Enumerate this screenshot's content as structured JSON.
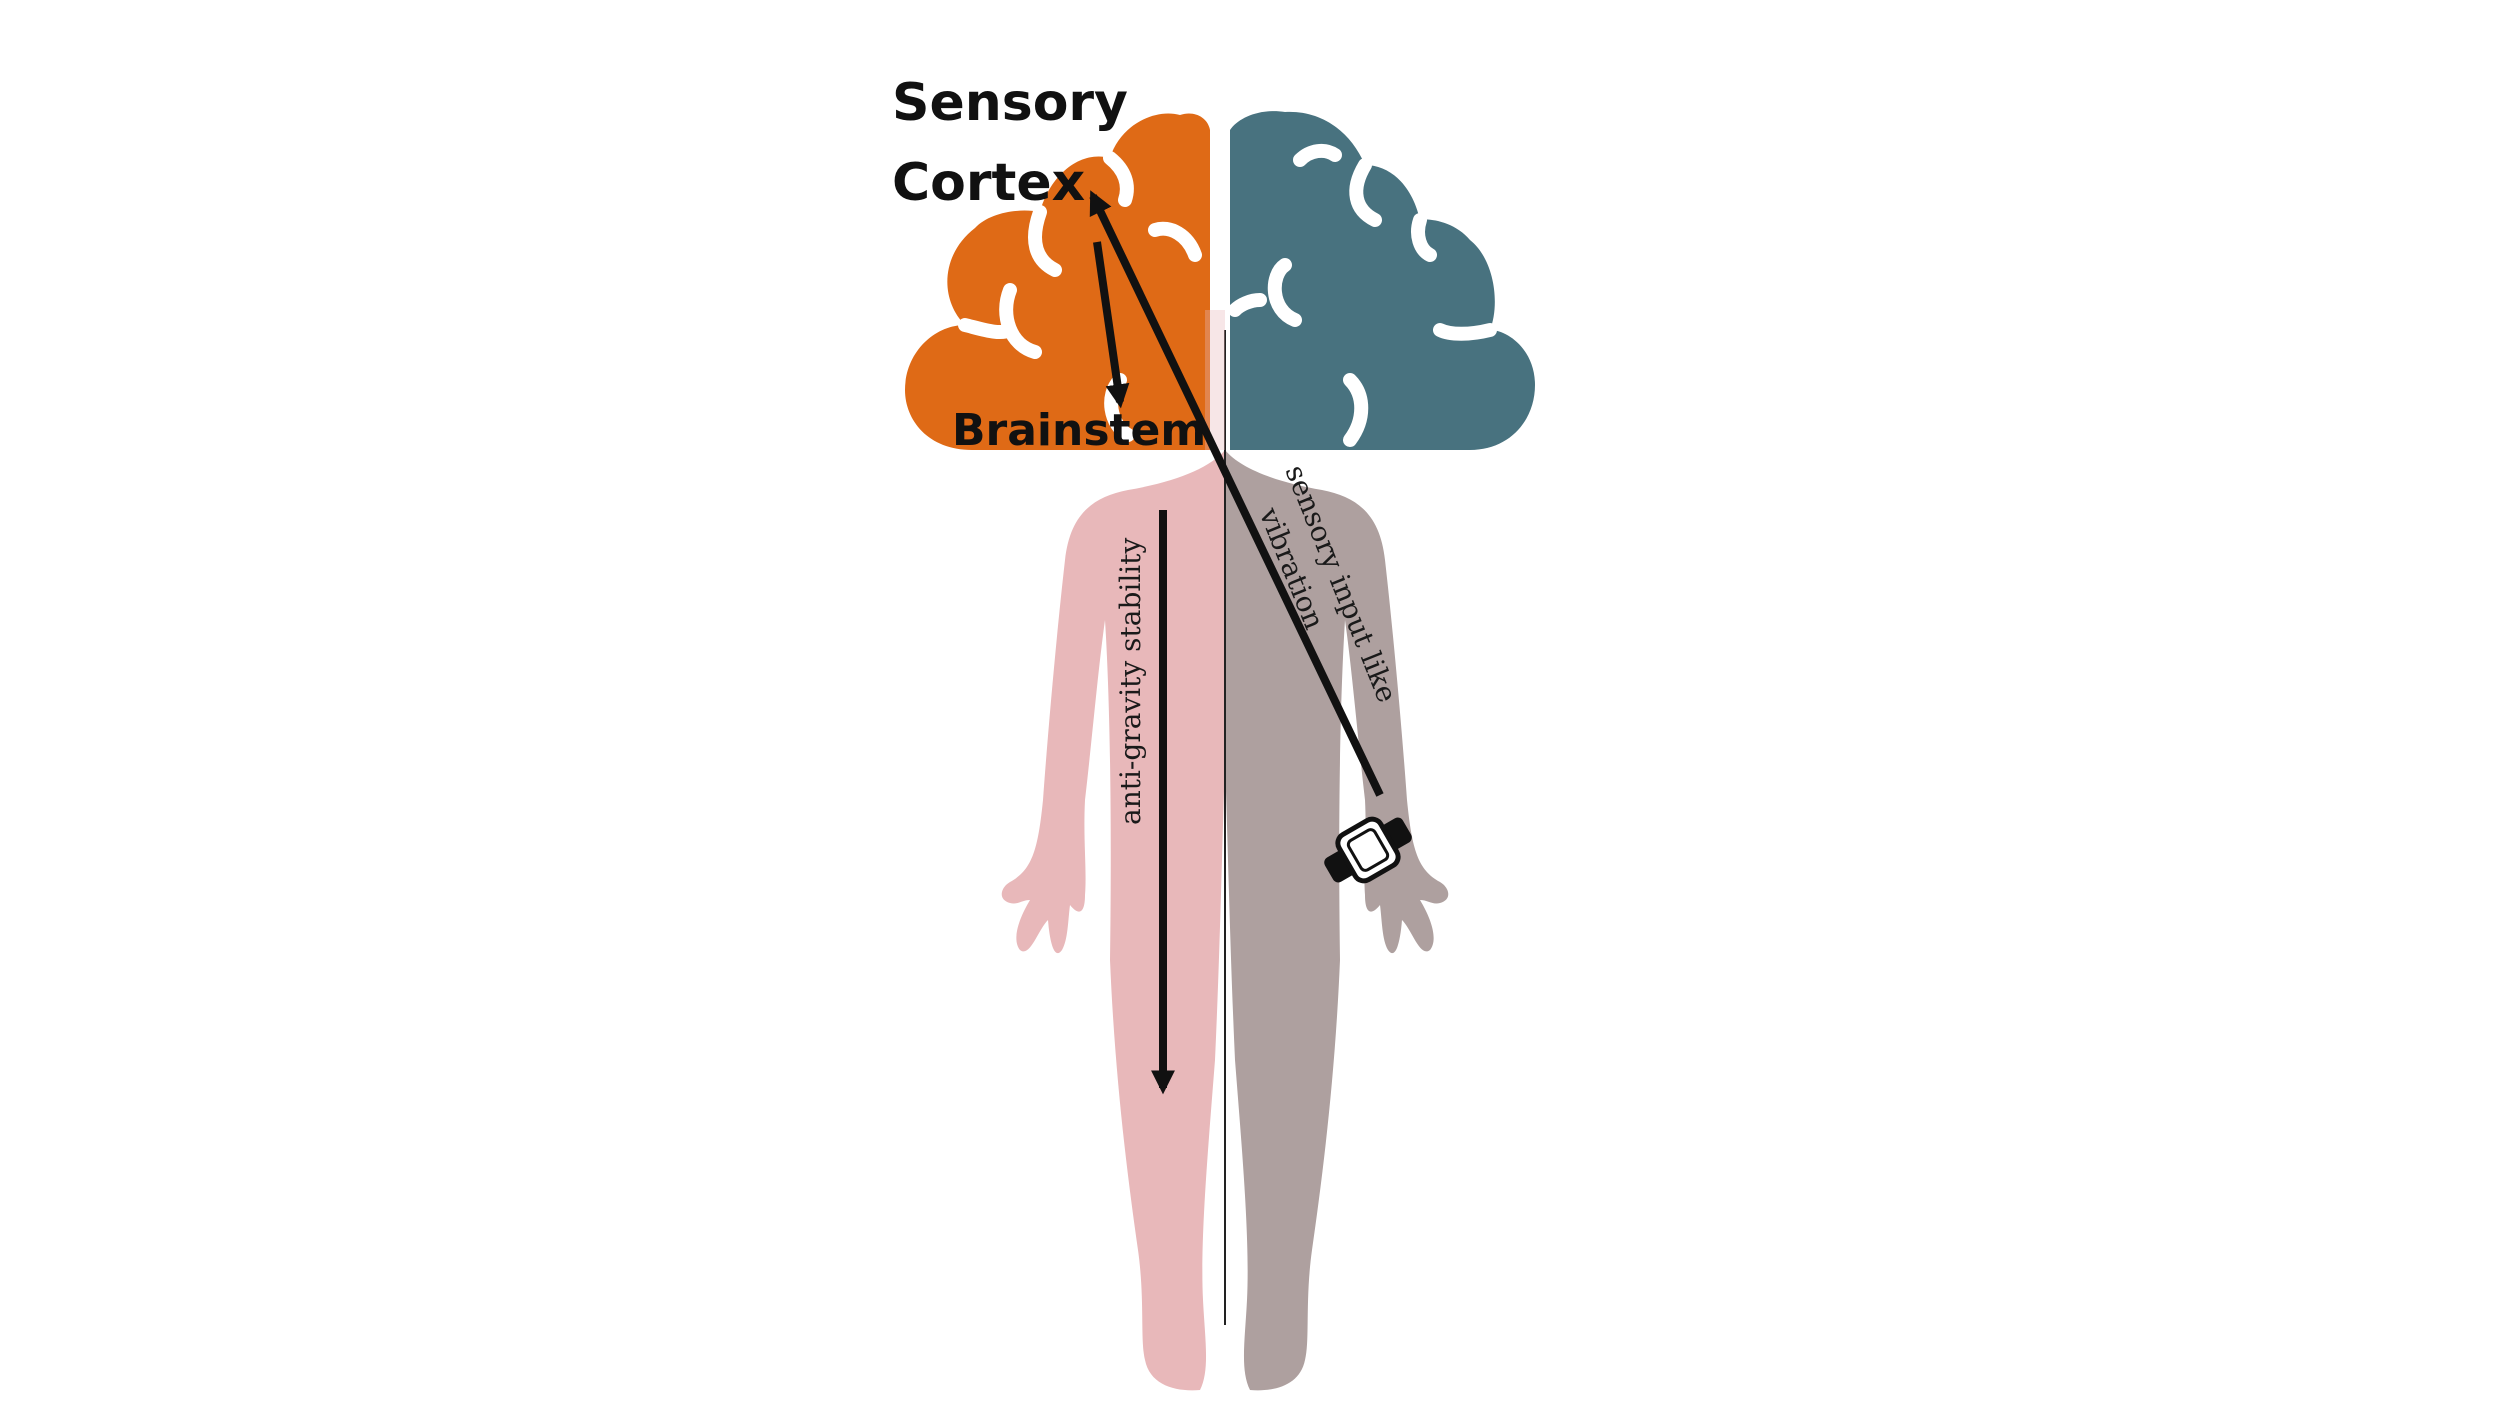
{
  "labels": {
    "sensory_cortex_line1": "Sensory",
    "sensory_cortex_line2": "Cortex",
    "brainstem": "Brainstem",
    "anti_gravity": "anti-gravity stability",
    "sensory_input_line1": "sensory input like",
    "sensory_input_line2": "vibration"
  },
  "colors": {
    "background": "#ffffff",
    "brain_left": "#df6a16",
    "brain_right": "#48727f",
    "body_left": "#e8b8ba",
    "body_right": "#aea09f",
    "arrows": "#111111"
  },
  "icons": {
    "wrist_device": "smartwatch-icon"
  }
}
